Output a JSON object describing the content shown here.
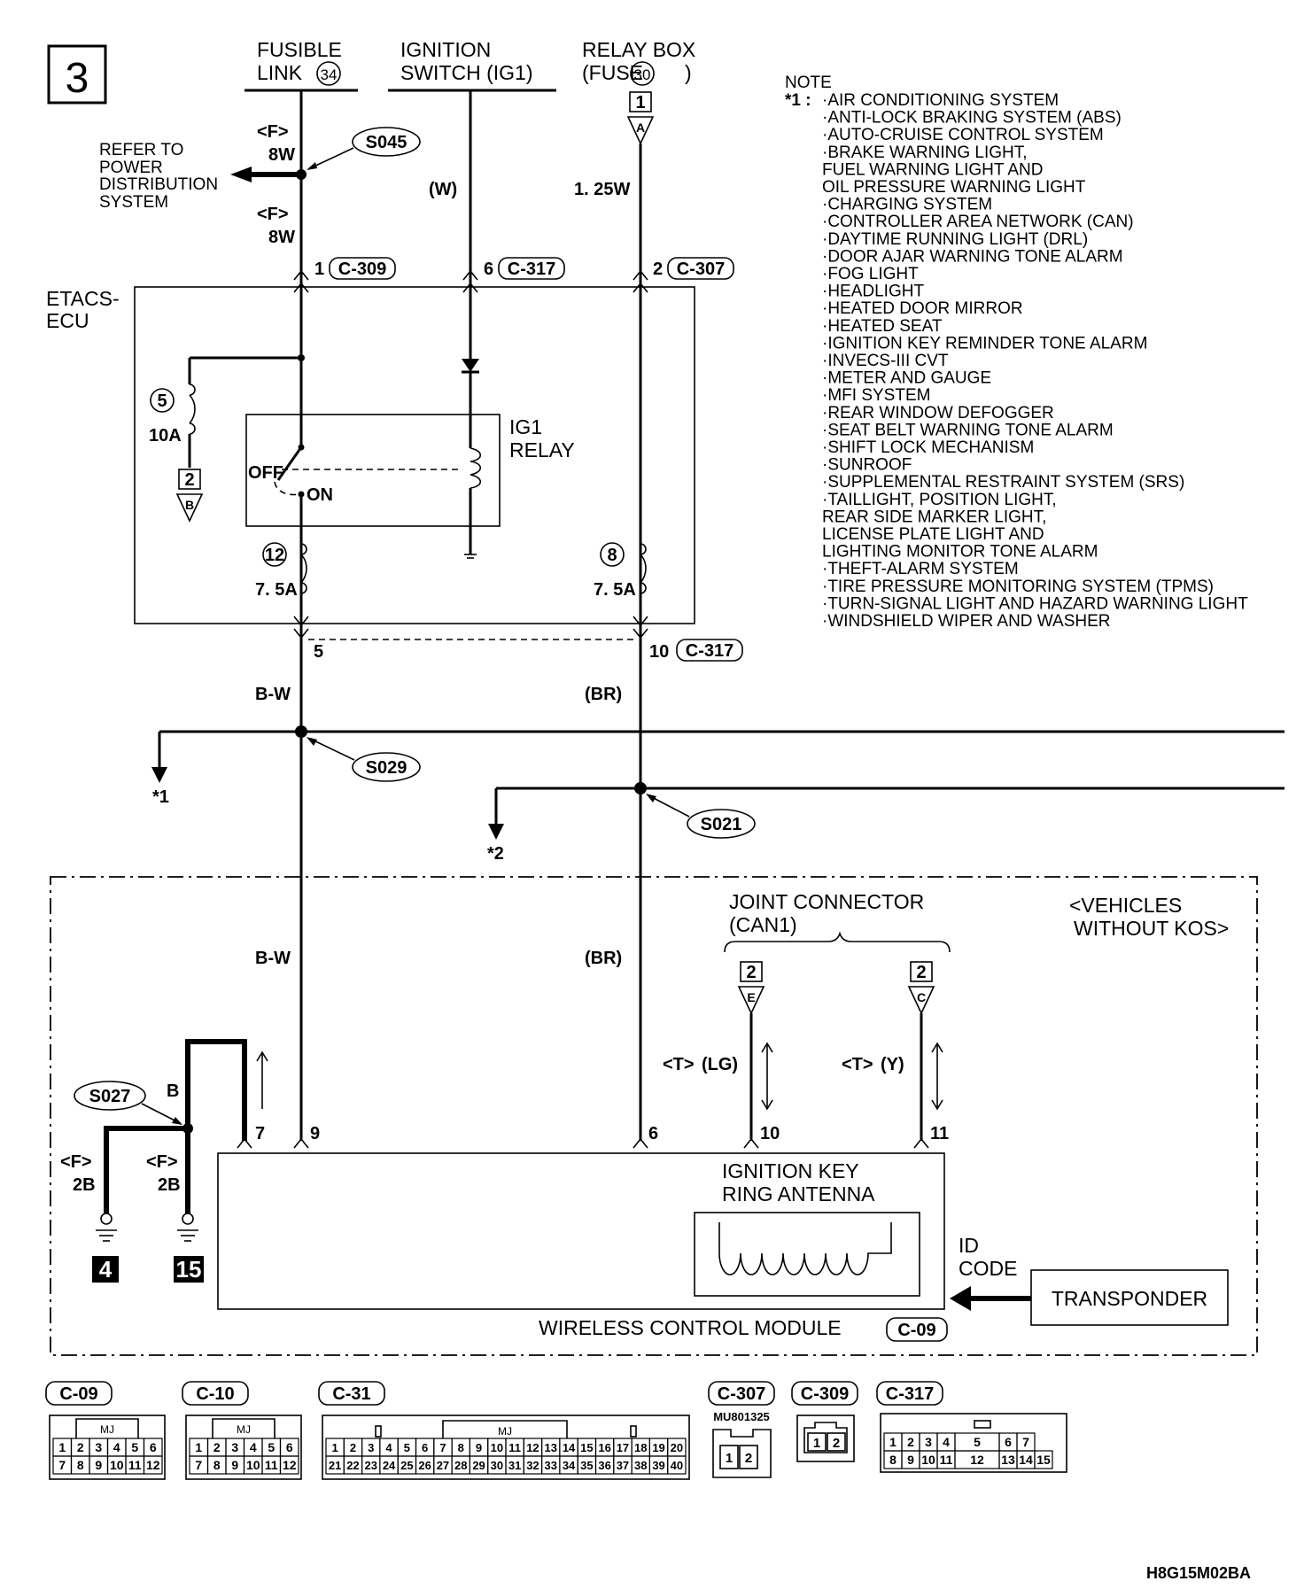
{
  "page": {
    "number": "3",
    "drawing_code": "H8G15M02BA"
  },
  "sources": {
    "fusible_link": {
      "line1": "FUSIBLE",
      "line2": "LINK",
      "num": "34"
    },
    "ignition_switch": {
      "line1": "IGNITION",
      "line2": "SWITCH (IG1)"
    },
    "relay_box": {
      "line1": "RELAY BOX",
      "line2": "(FUSE",
      "num": "30",
      "close": ")"
    }
  },
  "left_ref": {
    "line1": "REFER TO",
    "line2": "POWER",
    "line3": "DISTRIBUTION",
    "line4": "SYSTEM"
  },
  "wire_labels": {
    "f": "<F>",
    "w8": "8W",
    "w_paren": "(W)",
    "w125": "1. 25W",
    "bw": "B-W",
    "br": "(BR)",
    "b": "B",
    "w2b": "2B",
    "t": "<T>",
    "lg": "(LG)",
    "y": "(Y)"
  },
  "splices": {
    "s045": "S045",
    "s029": "S029",
    "s021": "S021",
    "s027": "S027"
  },
  "connectors": {
    "c309": "C-309",
    "c317": "C-317",
    "c307": "C-307",
    "c09": "C-09",
    "c10": "C-10",
    "c31": "C-31"
  },
  "pins": {
    "p1": "1",
    "p6": "6",
    "p2": "2",
    "p5": "5",
    "p10": "10",
    "p7": "7",
    "p9": "9",
    "p6b": "6",
    "p10b": "10",
    "p11": "11"
  },
  "terminals": {
    "relay_a": {
      "num": "1",
      "letter": "A"
    },
    "fuse_b": {
      "num": "2",
      "letter": "B"
    },
    "can_e": {
      "num": "2",
      "letter": "E"
    },
    "can_c": {
      "num": "2",
      "letter": "C"
    }
  },
  "ecu": {
    "line1": "ETACS-",
    "line2": "ECU"
  },
  "relay": {
    "line1": "IG1",
    "line2": "RELAY",
    "off": "OFF",
    "on": "ON"
  },
  "fuses": {
    "f5": {
      "num": "5",
      "rating": "10A"
    },
    "f12": {
      "num": "12",
      "rating": "7. 5A"
    },
    "f8": {
      "num": "8",
      "rating": "7. 5A"
    }
  },
  "stars": {
    "s1": "*1",
    "s2": "*2"
  },
  "joint": {
    "line1": "JOINT CONNECTOR",
    "line2": "(CAN1)"
  },
  "vehicles": {
    "line1": "<VEHICLES",
    "line2": "WITHOUT KOS>"
  },
  "antenna": {
    "line1": "IGNITION KEY",
    "line2": "RING ANTENNA"
  },
  "id_code": {
    "line1": "ID",
    "line2": "CODE"
  },
  "transponder": "TRANSPONDER",
  "wcm": {
    "label": "WIRELESS CONTROL MODULE",
    "conn": "C-09"
  },
  "grounds": {
    "g4": "4",
    "g15": "15"
  },
  "note": {
    "title": "NOTE",
    "marker": "*1 :",
    "items": [
      "·AIR CONDITIONING SYSTEM",
      "·ANTI-LOCK BRAKING SYSTEM (ABS)",
      "·AUTO-CRUISE CONTROL SYSTEM",
      "·BRAKE WARNING LIGHT,",
      " FUEL WARNING LIGHT AND",
      " OIL PRESSURE WARNING LIGHT",
      "·CHARGING SYSTEM",
      "·CONTROLLER AREA NETWORK (CAN)",
      "·DAYTIME RUNNING LIGHT (DRL)",
      "·DOOR AJAR WARNING TONE ALARM",
      "·FOG LIGHT",
      "·HEADLIGHT",
      "·HEATED DOOR MIRROR",
      "·HEATED SEAT",
      "·IGNITION KEY REMINDER TONE ALARM",
      "·INVECS-III CVT",
      "·METER AND GAUGE",
      "·MFI SYSTEM",
      "·REAR WINDOW DEFOGGER",
      "·SEAT BELT WARNING TONE ALARM",
      "·SHIFT LOCK MECHANISM",
      "·SUNROOF",
      "·SUPPLEMENTAL RESTRAINT SYSTEM (SRS)",
      "·TAILLIGHT, POSITION LIGHT,",
      " REAR SIDE MARKER LIGHT,",
      " LICENSE PLATE LIGHT AND",
      " LIGHTING MONITOR TONE ALARM",
      "·THEFT-ALARM SYSTEM",
      "·TIRE PRESSURE MONITORING SYSTEM (TPMS)",
      "·TURN-SIGNAL LIGHT AND HAZARD WARNING LIGHT",
      "·WINDSHIELD WIPER AND WASHER"
    ]
  },
  "legend": {
    "mj": "MJ",
    "part_no": "MU801325",
    "c09_top": [
      "1",
      "2",
      "3",
      "4",
      "5",
      "6"
    ],
    "c09_bot": [
      "7",
      "8",
      "9",
      "10",
      "11",
      "12"
    ],
    "c31_top": [
      "1",
      "2",
      "3",
      "4",
      "5",
      "6",
      "7",
      "8",
      "9",
      "10",
      "11",
      "12",
      "13",
      "14",
      "15",
      "16",
      "17",
      "18",
      "19",
      "20"
    ],
    "c31_bot": [
      "21",
      "22",
      "23",
      "24",
      "25",
      "26",
      "27",
      "28",
      "29",
      "30",
      "31",
      "32",
      "33",
      "34",
      "35",
      "36",
      "37",
      "38",
      "39",
      "40"
    ],
    "c307_pins": [
      "1",
      "2"
    ],
    "c309_pins": [
      "1",
      "2"
    ],
    "c317_top": [
      "1",
      "2",
      "3",
      "4",
      "5",
      "6",
      "7"
    ],
    "c317_bot": [
      "8",
      "9",
      "10",
      "11",
      "12",
      "13",
      "14",
      "15"
    ]
  }
}
